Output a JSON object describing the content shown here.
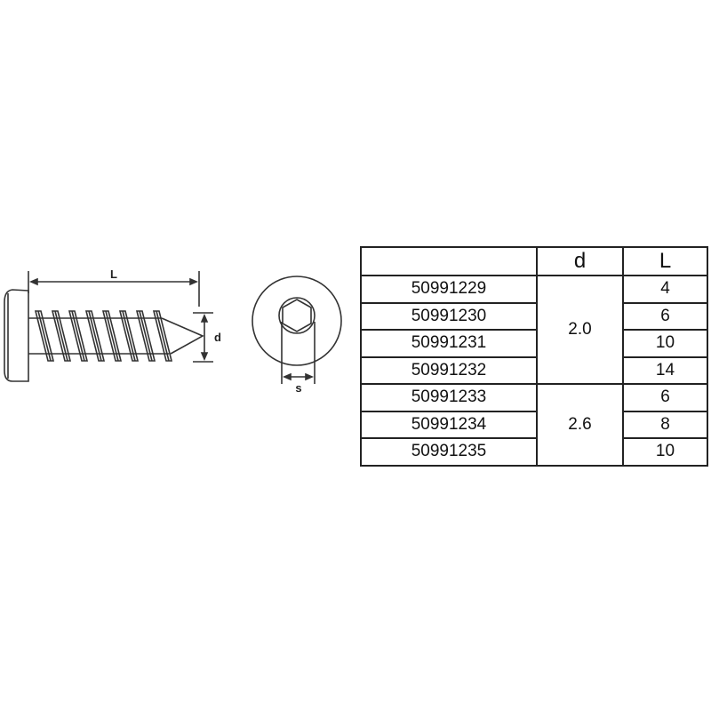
{
  "drawing": {
    "length_label": "L",
    "diameter_label": "d",
    "socket_label": "s"
  },
  "table": {
    "headers": [
      "",
      "d",
      "L"
    ],
    "groups": [
      {
        "d": "2.0",
        "rows": [
          {
            "article": "50991229",
            "L": "4"
          },
          {
            "article": "50991230",
            "L": "6"
          },
          {
            "article": "50991231",
            "L": "10"
          },
          {
            "article": "50991232",
            "L": "14"
          }
        ]
      },
      {
        "d": "2.6",
        "rows": [
          {
            "article": "50991233",
            "L": "6"
          },
          {
            "article": "50991234",
            "L": "8"
          },
          {
            "article": "50991235",
            "L": "10"
          }
        ]
      }
    ]
  }
}
